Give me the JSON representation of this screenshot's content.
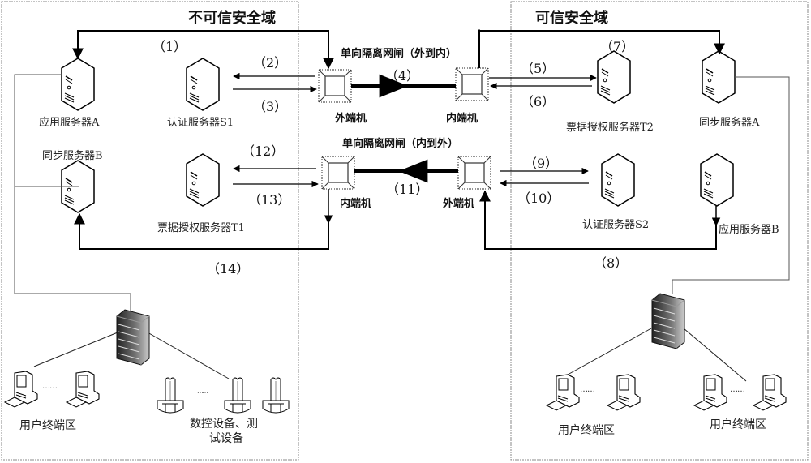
{
  "domains": {
    "untrusted": {
      "title": "不可信安全域"
    },
    "trusted": {
      "title": "可信安全域"
    }
  },
  "gateways": {
    "out_to_in": {
      "title": "单向隔离网闸（外到内）",
      "outer_label": "外端机",
      "inner_label": "内端机"
    },
    "in_to_out": {
      "title": "单向隔离网闸（内到外）",
      "inner_label": "内端机",
      "outer_label": "外端机"
    }
  },
  "servers": {
    "app_a": "应用服务器A",
    "auth_s1": "认证服务器S1",
    "sync_b": "同步服务器B",
    "ticket_t1": "票据授权服务器T1",
    "ticket_t2": "票据授权服务器T2",
    "sync_a": "同步服务器A",
    "auth_s2": "认证服务器S2",
    "app_b": "应用服务器B"
  },
  "steps": [
    "（1）",
    "（2）",
    "（3）",
    "（4）",
    "（5）",
    "（6）",
    "（7）",
    "（8）",
    "（9）",
    "（10）",
    "（11）",
    "（12）",
    "（13）",
    "（14）"
  ],
  "zones": {
    "left_users": "用户终端区",
    "left_devices_line1": "数控设备、测",
    "left_devices_line2": "试设备",
    "right_users_1": "用户终端区",
    "right_users_2": "用户终端区"
  },
  "ellipsis": "……"
}
